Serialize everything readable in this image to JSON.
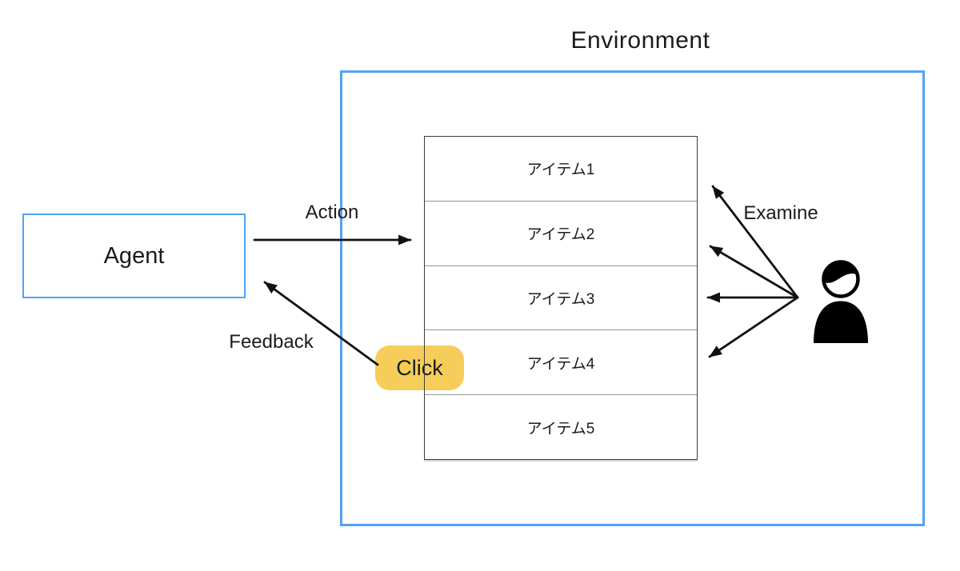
{
  "diagram": {
    "environment_label": "Environment",
    "agent_label": "Agent",
    "click_label": "Click",
    "labels": {
      "action": "Action",
      "feedback": "Feedback",
      "examine": "Examine"
    },
    "item_list": {
      "items": [
        "アイテム1",
        "アイテム2",
        "アイテム3",
        "アイテム4",
        "アイテム5"
      ]
    },
    "icons": {
      "person": "person-icon"
    },
    "colors": {
      "accent_blue": "#52a2f6",
      "highlight_yellow": "#f6cd58",
      "arrow_color": "#111111",
      "list_border_dark": "#3d3d3d",
      "list_divider_gray": "#8e959b",
      "text_color": "#1b1b1b"
    }
  }
}
